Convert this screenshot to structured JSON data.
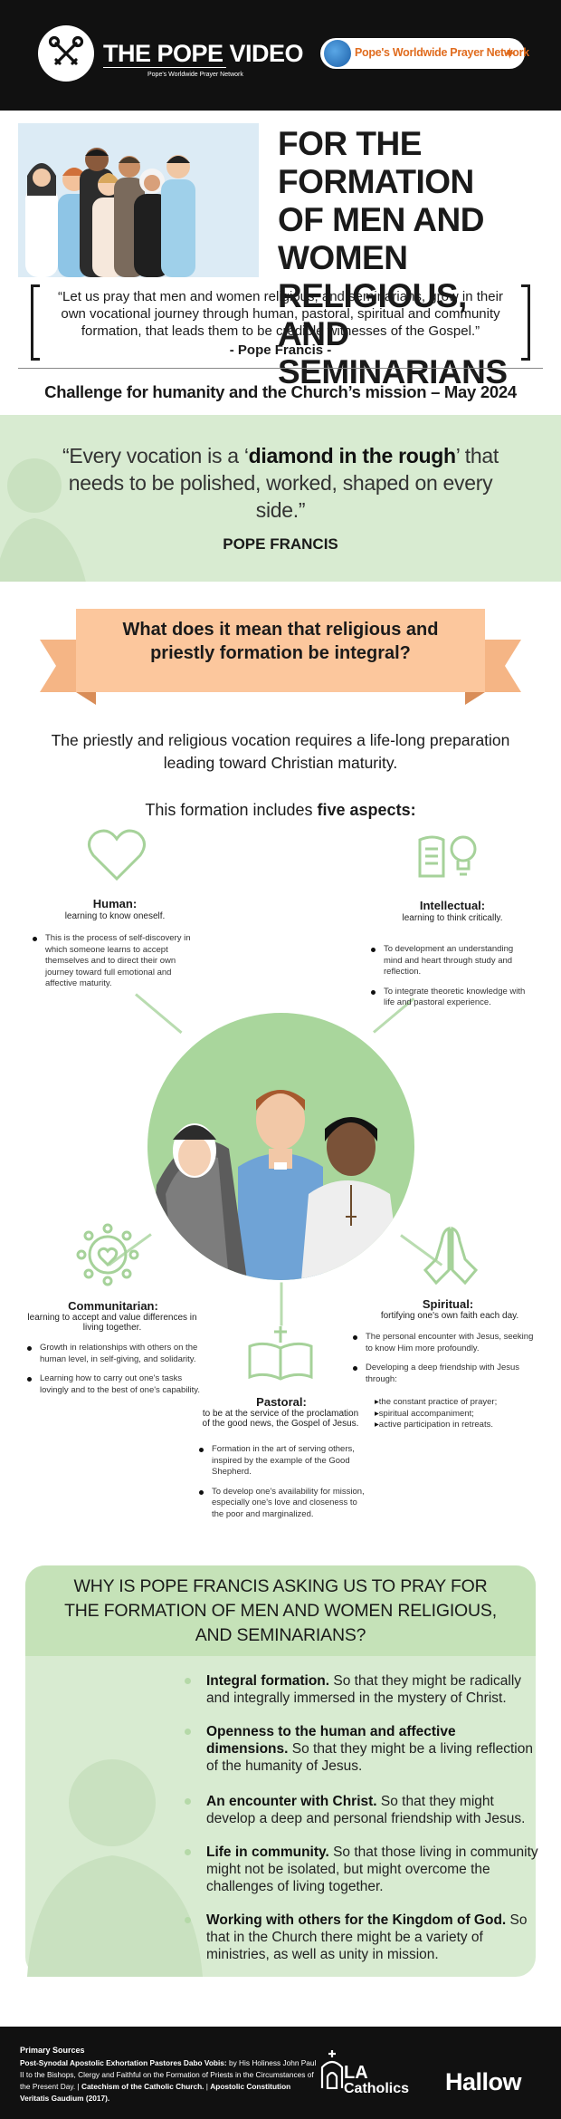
{
  "header": {
    "brand_title": "THE POPE VIDEO",
    "brand_subtitle": "Pope's Worldwide Prayer Network",
    "partner_name": "Pope's Worldwide Prayer Network",
    "colors": {
      "background": "#111111",
      "partner_orange": "#e06c1f"
    }
  },
  "intro": {
    "title_lines": [
      "FOR THE FORMATION",
      "OF MEN AND",
      "WOMEN RELIGIOUS,",
      "AND SEMINARIANS"
    ],
    "quote": "“Let us pray that men and women religious, and seminarians, grow in their own vocational journey through human, pastoral, spiritual and community formation, that leads them to be credible witnesses of the Gospel.”",
    "attribution": "- Pope Francis -",
    "challenge": "Challenge for humanity and the Church’s mission – May 2024"
  },
  "vocation_quote": {
    "before": "“Every vocation is a ‘",
    "emphasis": "diamond in the rough",
    "after": "’ that needs to be polished, worked, shaped on every side.”",
    "attribution": "POPE FRANCIS",
    "color": "#d8ebd1"
  },
  "formation": {
    "ribbon_title": "What does it mean that religious and priestly formation be integral?",
    "ribbon_color": "#fcc79d",
    "intro": "The priestly and religious vocation requires a life-long preparation leading toward Christian maturity.",
    "aspects_prefix": "This formation includes ",
    "aspects_bold": "five aspects:",
    "aspects": {
      "human": {
        "icon": "heart-icon",
        "title": "Human:",
        "subtitle": "learning to know oneself.",
        "points": [
          "This is the process of self-discovery in which someone learns to accept themselves and to direct their own journey toward full emotional and affective maturity."
        ]
      },
      "intellectual": {
        "icon": "book-lightbulb-icon",
        "title": "Intellectual:",
        "subtitle": "learning to think critically.",
        "points": [
          "To development an understanding mind and heart through study and reflection.",
          "To integrate theoretic knowledge with life and pastoral experience."
        ]
      },
      "communitarian": {
        "icon": "people-circle-heart-icon",
        "title": "Communitarian:",
        "subtitle": "learning to accept and value differences in living together.",
        "points": [
          "Growth in relationships with others on the human level, in self-giving, and solidarity.",
          "Learning how to carry out one's tasks lovingly and to the best of one's capability."
        ]
      },
      "pastoral": {
        "icon": "open-bible-cross-icon",
        "title": "Pastoral:",
        "subtitle": "to be at the service of the proclamation of the good news, the Gospel of Jesus.",
        "points": [
          "Formation in the art of serving others, inspired by the example of the Good Shepherd.",
          "To develop one's availability for mission, especially one's love and closeness to the poor and marginalized."
        ]
      },
      "spiritual": {
        "icon": "praying-hands-icon",
        "title": "Spiritual:",
        "subtitle": "fortifying one's own faith each day.",
        "points": [
          "The personal encounter with Jesus, seeking to know Him more profoundly.",
          "Developing a deep friendship with Jesus through:"
        ],
        "subpoints": [
          "the constant practice of prayer;",
          "spiritual accompaniment;",
          "active participation in retreats."
        ]
      }
    }
  },
  "why": {
    "title": "WHY IS POPE FRANCIS ASKING US TO PRAY FOR THE FORMATION OF MEN AND WOMEN RELIGIOUS, AND SEMINARIANS?",
    "items": [
      {
        "bold": "Integral formation.",
        "text": " So that they might be radically and integrally immersed in the mystery of Christ."
      },
      {
        "bold": "Openness to the human and affective dimensions.",
        "text": " So that they might be a living reflection of the humanity of Jesus."
      },
      {
        "bold": "An encounter with Christ.",
        "text": " So that they might develop a deep and personal friendship with Jesus."
      },
      {
        "bold": "Life in community.",
        "text": " So that those living in community might not be isolated, but might overcome the challenges of living together."
      },
      {
        "bold": "Working with others for the Kingdom of God.",
        "text": " So that in the Church there might be a variety of ministries, as well as unity in mission."
      }
    ]
  },
  "footer": {
    "sources_heading": "Primary Sources",
    "s1_bold": "Post-Synodal Apostolic Exhortation Pastores Dabo Vobis:",
    "s1_text": " by His Holiness John Paul II to the Bishops, Clergy and Faithful on the Formation of Priests in the Circumstances of the Present Day. | ",
    "s2_bold": "Catechism of the Catholic Church.",
    "s2_sep": " | ",
    "s3_bold": "Apostolic Constitution Veritatis Gaudium (2017).",
    "logo_la": "LA",
    "logo_catholics": "Catholics",
    "logo_hallow": "Hallow"
  }
}
